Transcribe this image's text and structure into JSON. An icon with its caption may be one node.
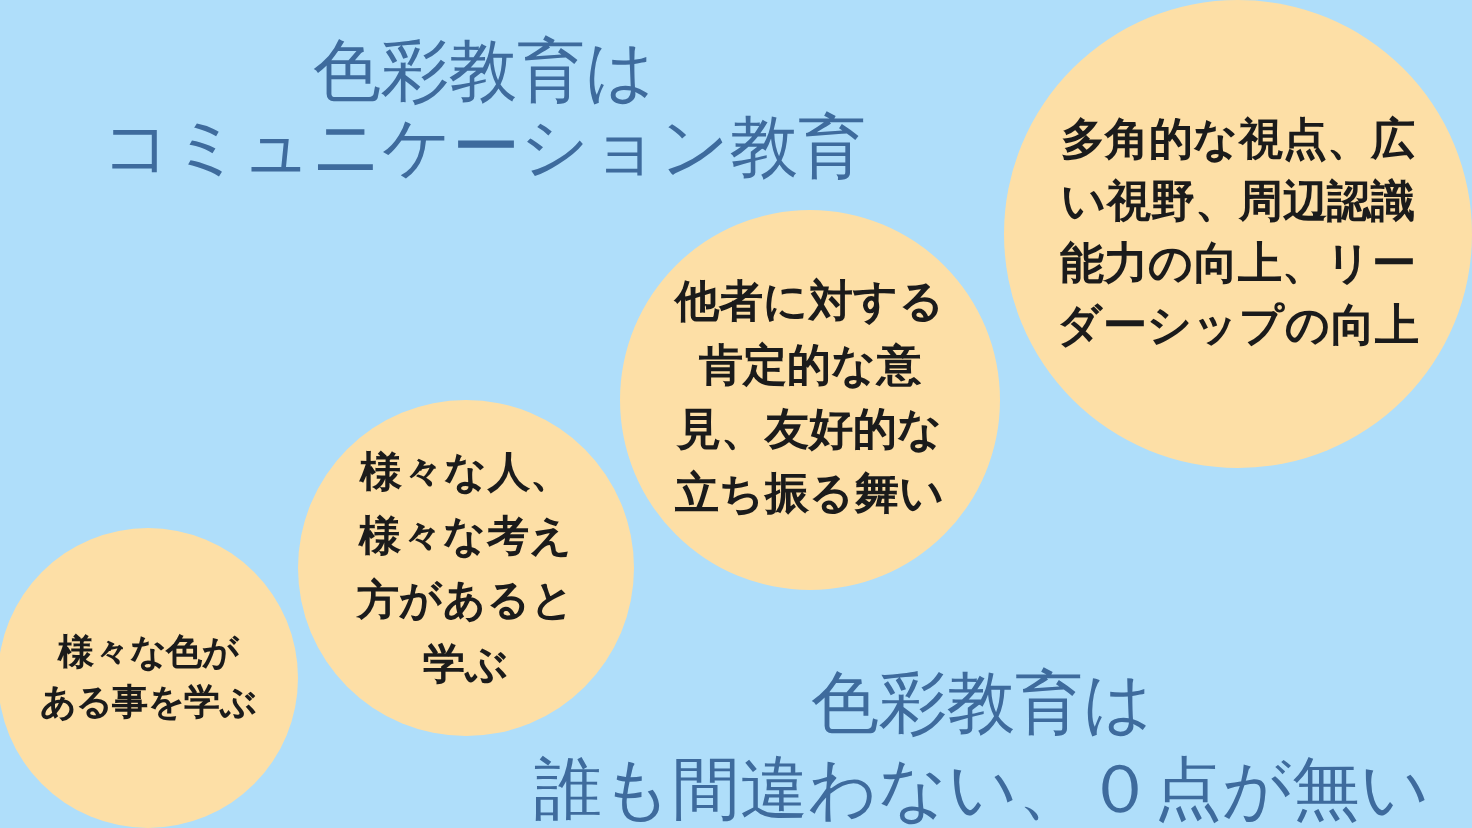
{
  "diagram": {
    "title": "色彩教育はコミュニケーション教育",
    "nodes": [
      {
        "text": [
          "様々な色がある事を学ぶ"
        ]
      },
      {
        "text": [
          "様々な人、様々な考え方があると学ぶ"
        ]
      },
      {
        "text": [
          "他者に対する肯定的な意見、友好的な立ち振る舞い"
        ]
      },
      {
        "text": [
          "多角的な視点、広い視野、周辺認識能力の向上、リーダーシップの向上"
        ]
      }
    ],
    "labels": [
      "色彩教育は誰も間違わない、０点が無い"
    ]
  }
}
